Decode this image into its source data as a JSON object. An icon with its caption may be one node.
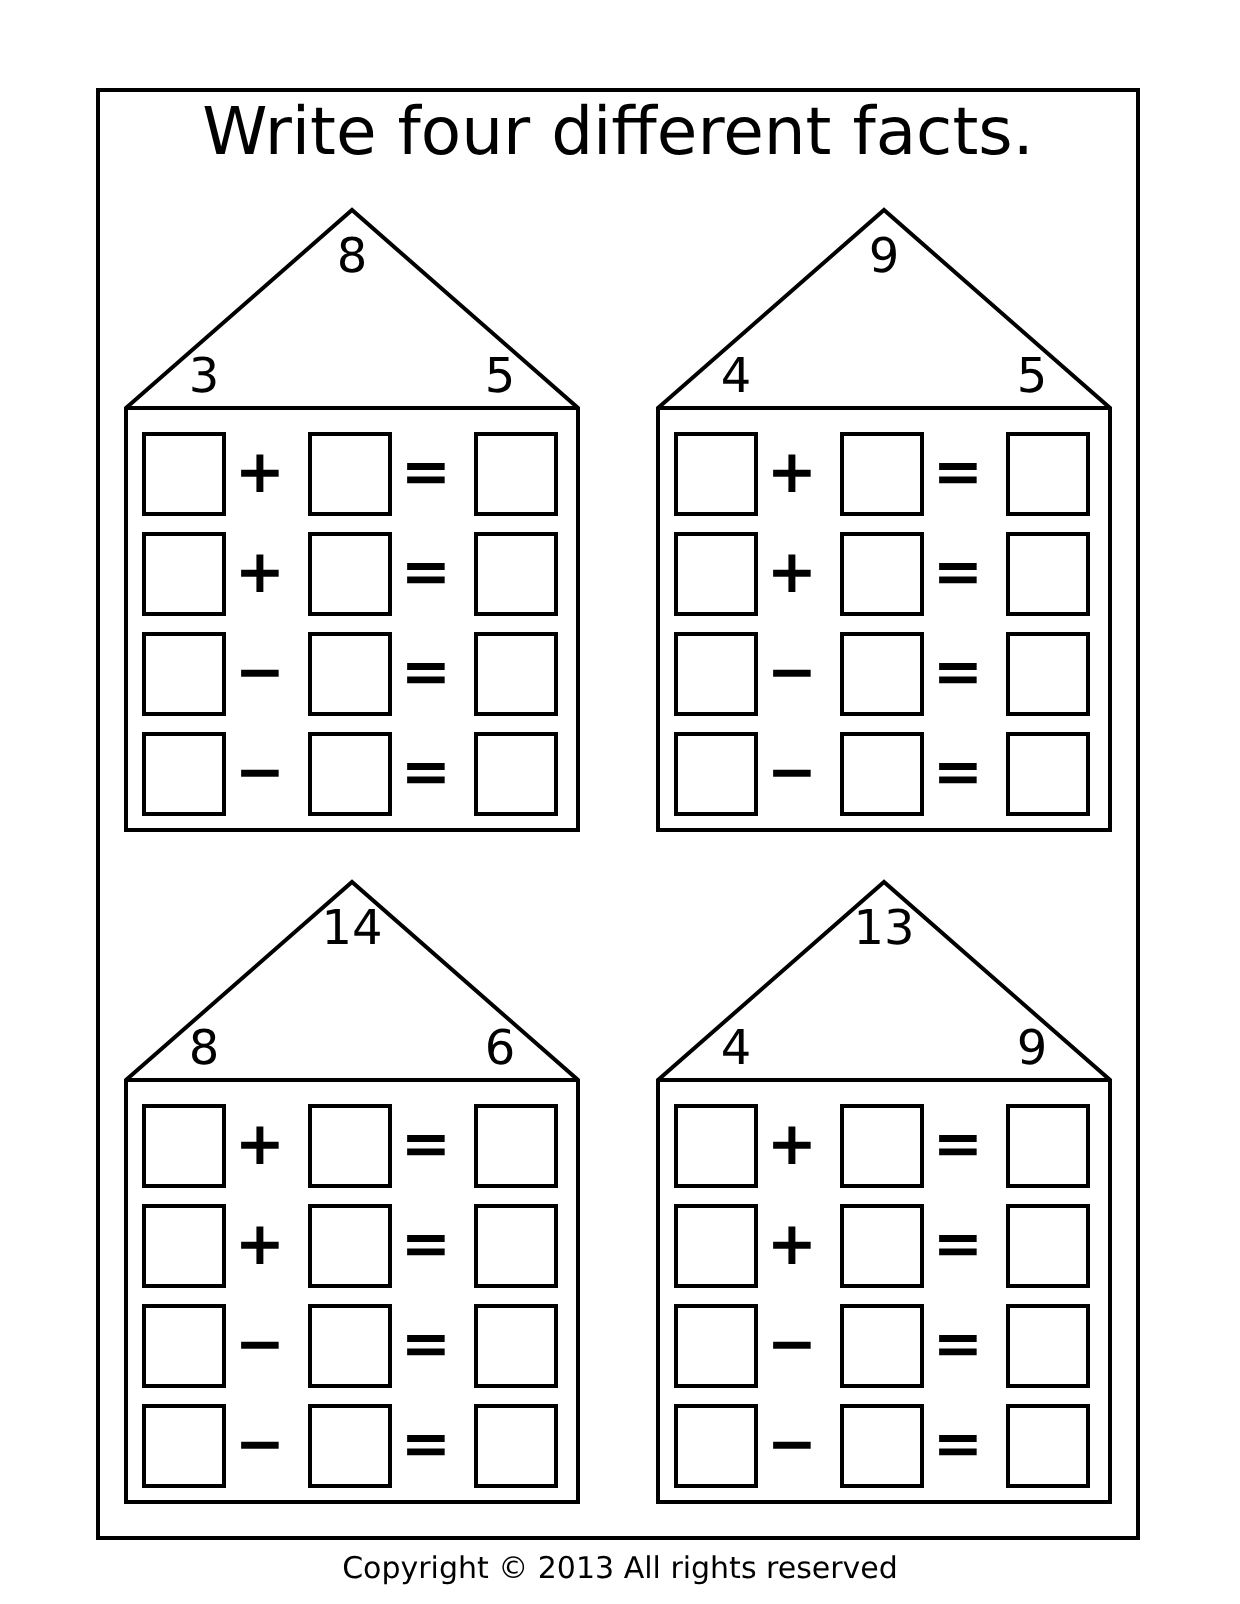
{
  "diagram": {
    "title": "Write four different facts.",
    "caption": "Copyright © 2013 All rights reserved",
    "nodes": [
      {
        "text": [
          "8",
          "3",
          "5"
        ]
      },
      {
        "text": [
          "9",
          "4",
          "5"
        ]
      },
      {
        "text": [
          "14",
          "8",
          "6"
        ]
      },
      {
        "text": [
          "13",
          "4",
          "9"
        ]
      }
    ],
    "labels": [
      "+",
      "=",
      "+",
      "=",
      "−",
      "=",
      "−",
      "=",
      "+",
      "=",
      "+",
      "=",
      "−",
      "=",
      "−",
      "=",
      "+",
      "=",
      "+",
      "=",
      "−",
      "=",
      "−",
      "=",
      "+",
      "=",
      "+",
      "=",
      "−",
      "=",
      "−",
      "="
    ]
  }
}
